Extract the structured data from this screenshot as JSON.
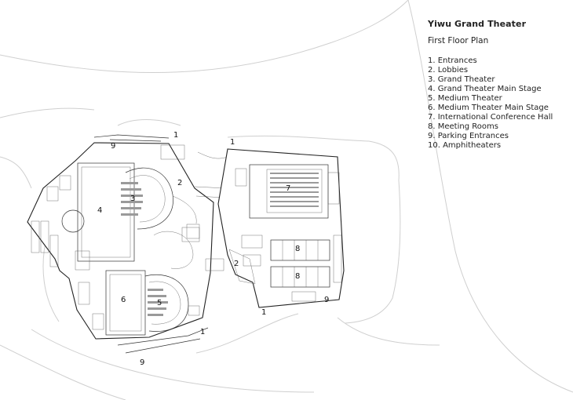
{
  "header": {
    "title": "Yiwu Grand Theater",
    "subtitle": "First Floor Plan"
  },
  "legend": [
    "1. Entrances",
    "2. Lobbies",
    "3. Grand Theater",
    "4. Grand Theater Main Stage",
    "5. Medium Theater",
    "6. Medium Theater Main Stage",
    "7. International Conference Hall",
    "8. Meeting Rooms",
    "9. Parking Entrances",
    "10. Amphitheaters"
  ],
  "plan_labels": {
    "entrance": "1",
    "lobby": "2",
    "grand_theater": "3",
    "grand_stage": "4",
    "medium_theater": "5",
    "medium_stage": "6",
    "conference_hall": "7",
    "meeting_rooms": "8",
    "parking": "9"
  },
  "colors": {
    "line": "#222222",
    "site_line": "#cfcfcf",
    "text": "#111111"
  }
}
